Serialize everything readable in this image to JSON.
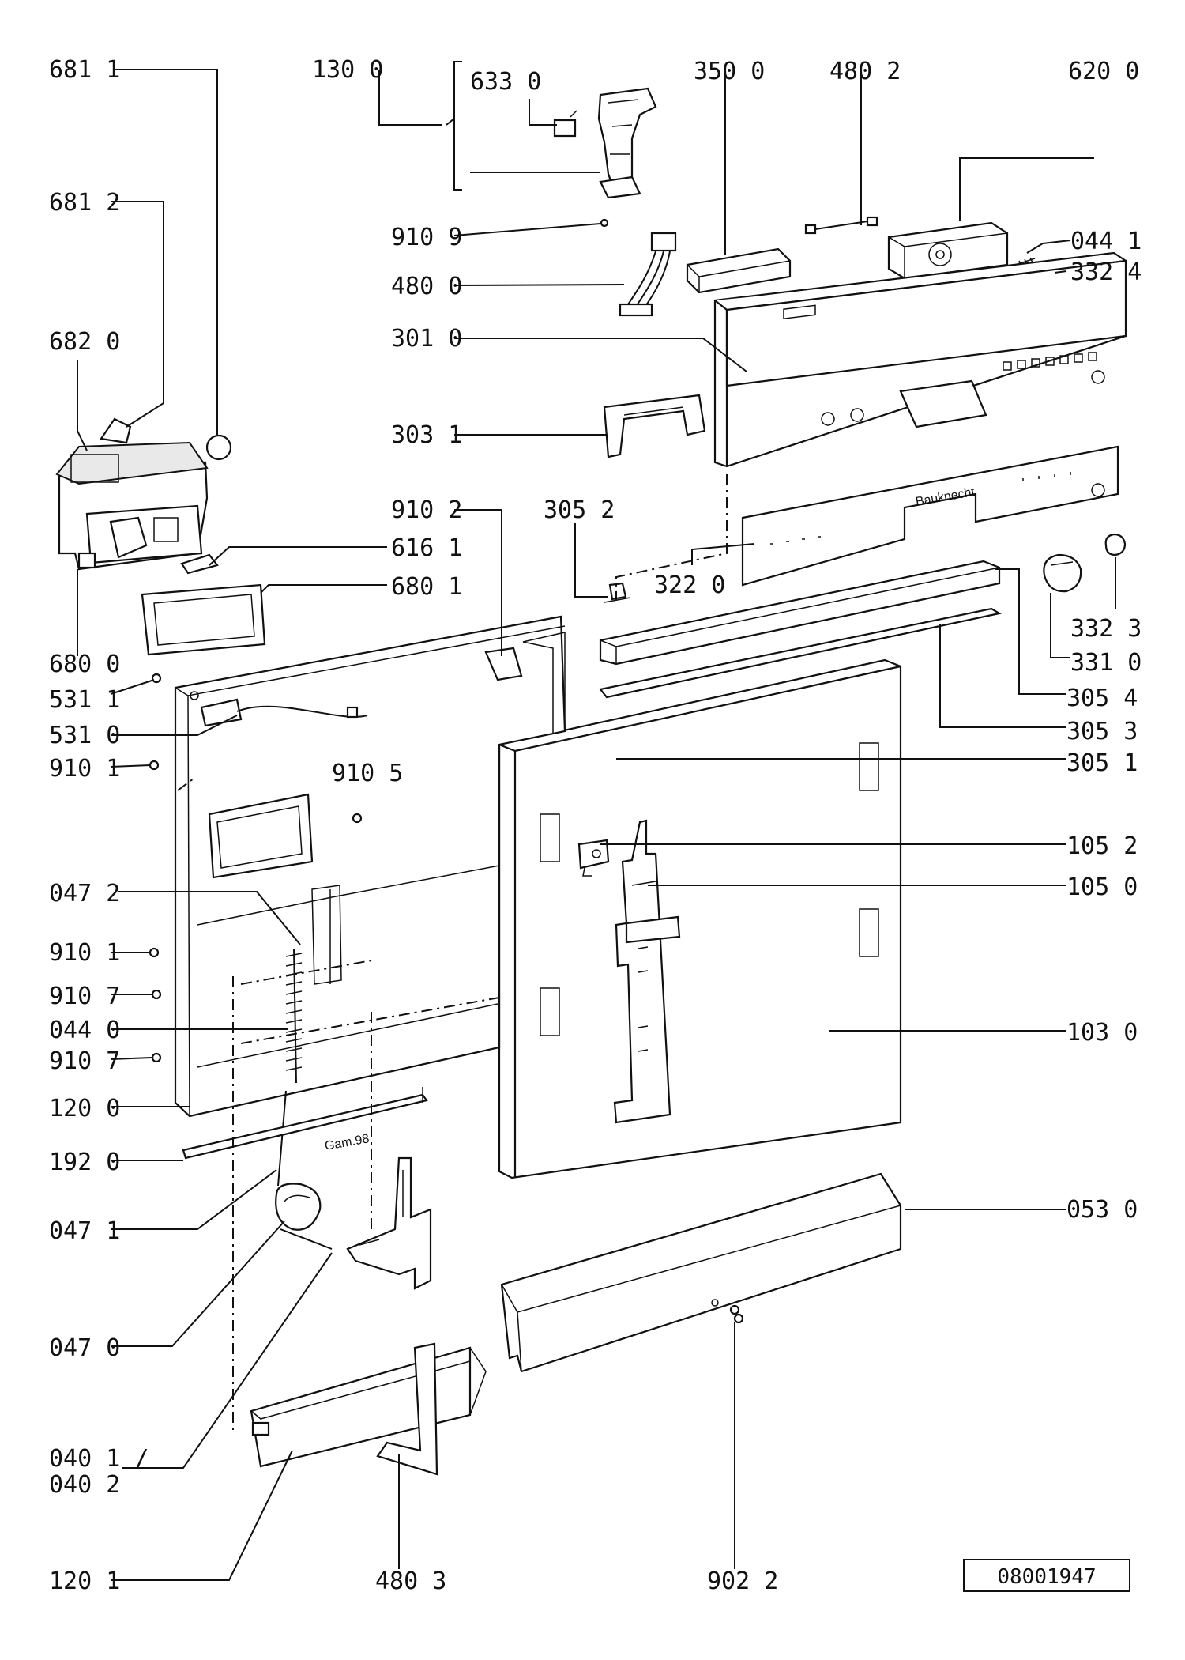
{
  "labels": {
    "l6811": "681 1",
    "l1300": "130 0",
    "l6330": "633 0",
    "l3500": "350 0",
    "l4802": "480 2",
    "l6200": "620 0",
    "l6812": "681 2",
    "l9109": "910 9",
    "l4800": "480 0",
    "l0441": "044 1",
    "l3324": "332 4",
    "l6820": "682 0",
    "l3010": "301 0",
    "l3031": "303 1",
    "l9102": "910 2",
    "l3052": "305 2",
    "l6161": "616 1",
    "l6801": "680 1",
    "l3220": "322 0",
    "l3323": "332 3",
    "l6800": "680 0",
    "l3310": "331 0",
    "l5311": "531 1",
    "l3054": "305 4",
    "l5310": "531 0",
    "l3053": "305 3",
    "l9101a": "910 1",
    "l9105": "910 5",
    "l3051": "305 1",
    "l1052": "105 2",
    "l0472": "047 2",
    "l1050": "105 0",
    "l9101b": "910 1",
    "l9107a": "910 7",
    "l0440": "044 0",
    "l1030": "103 0",
    "l9107b": "910 7",
    "l1200": "120 0",
    "l1920": "192 0",
    "l0471": "047 1",
    "l0530": "053 0",
    "l0470": "047 0",
    "l0401": "040 1 /",
    "l0402": "040 2",
    "l1201": "120 1",
    "l4803": "480 3",
    "l9022": "902 2"
  },
  "panel_text": {
    "brand": "Bauknecht",
    "rail_mark": "Gam.98"
  },
  "doc_number": "08001947"
}
